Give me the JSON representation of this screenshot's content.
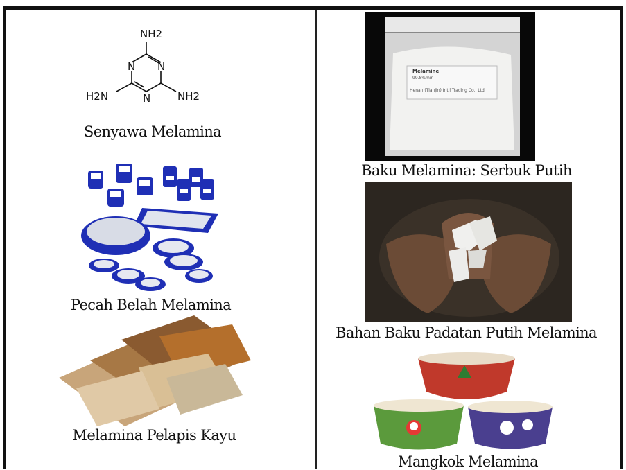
{
  "chem": {
    "nh2_top": "NH2",
    "h2n_left": "H2N",
    "nh2_right": "NH2",
    "n": "N"
  },
  "captions": {
    "melamine_compound": "Senyawa Melamina",
    "raw_powder": "Baku Melamina: Serbuk Putih",
    "tableware": "Pecah Belah Melamina",
    "solid_material": "Bahan Baku Padatan Putih Melamina",
    "wood_coating": "Melamina Pelapis Kayu",
    "bowls": "Mangkok Melamina"
  },
  "bag_label": {
    "title": "Melamine",
    "line2": "99.8%min",
    "line3": "Henan (Tianjin) Int'l Trading Co., Ltd."
  },
  "colors": {
    "border": "#111111",
    "tableware_blue": "#1f2fb5",
    "bowl_red": "#c0392b",
    "bowl_green": "#5b9a3c",
    "bowl_purple": "#4a3f8f"
  }
}
